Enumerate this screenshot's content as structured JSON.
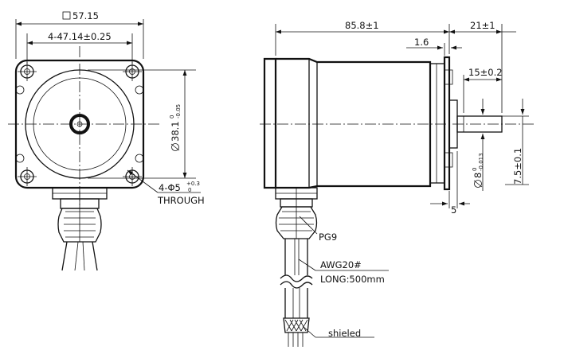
{
  "front_view": {
    "dim_flange": "57.15",
    "dim_hole_spacing": "4-47.14±0.25",
    "dim_pilot_main": "38.1",
    "dim_pilot_upper": "0",
    "dim_pilot_lower": "-0.05",
    "dim_holes_main": "4-Φ5",
    "dim_holes_upper": "+0.3",
    "dim_holes_lower": "0",
    "holes_note": "THROUGH"
  },
  "side_view": {
    "dim_body_length": "85.8±1",
    "dim_shaft_length": "21±1",
    "dim_flange_thickness": "1.6",
    "dim_flat_length": "15±0.2",
    "dim_shaft_main": "8",
    "dim_shaft_upper": "0",
    "dim_shaft_lower": "-0.013",
    "dim_flat_depth": "7.5±0.1",
    "dim_boss_length": "5",
    "label_gland": "PG9",
    "label_wire_gauge": "AWG20#",
    "label_wire_length": "LONG:500mm",
    "label_shield": "shieled"
  }
}
